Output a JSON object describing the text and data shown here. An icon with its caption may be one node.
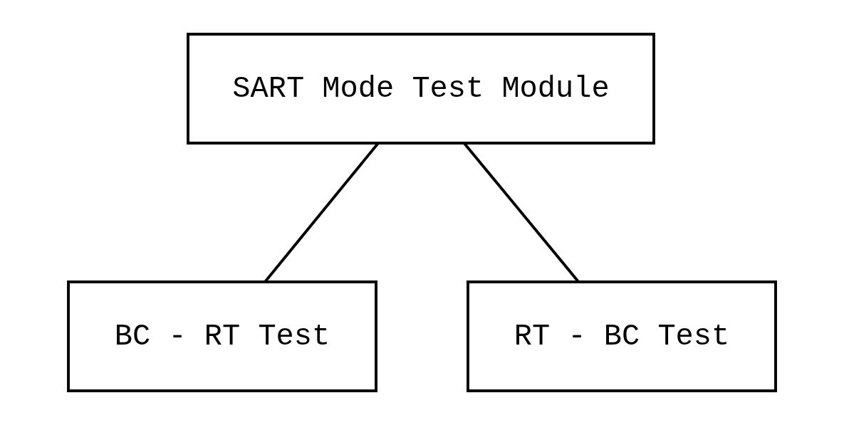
{
  "diagram": {
    "nodes": [
      {
        "text": [
          "SART Mode Test Module"
        ]
      },
      {
        "text": [
          "BC - RT Test"
        ]
      },
      {
        "text": [
          "RT - BC Test"
        ]
      }
    ],
    "edges": [
      {
        "from": 0,
        "to": 1,
        "arrow": "none"
      },
      {
        "from": 0,
        "to": 2,
        "arrow": "none"
      }
    ]
  }
}
